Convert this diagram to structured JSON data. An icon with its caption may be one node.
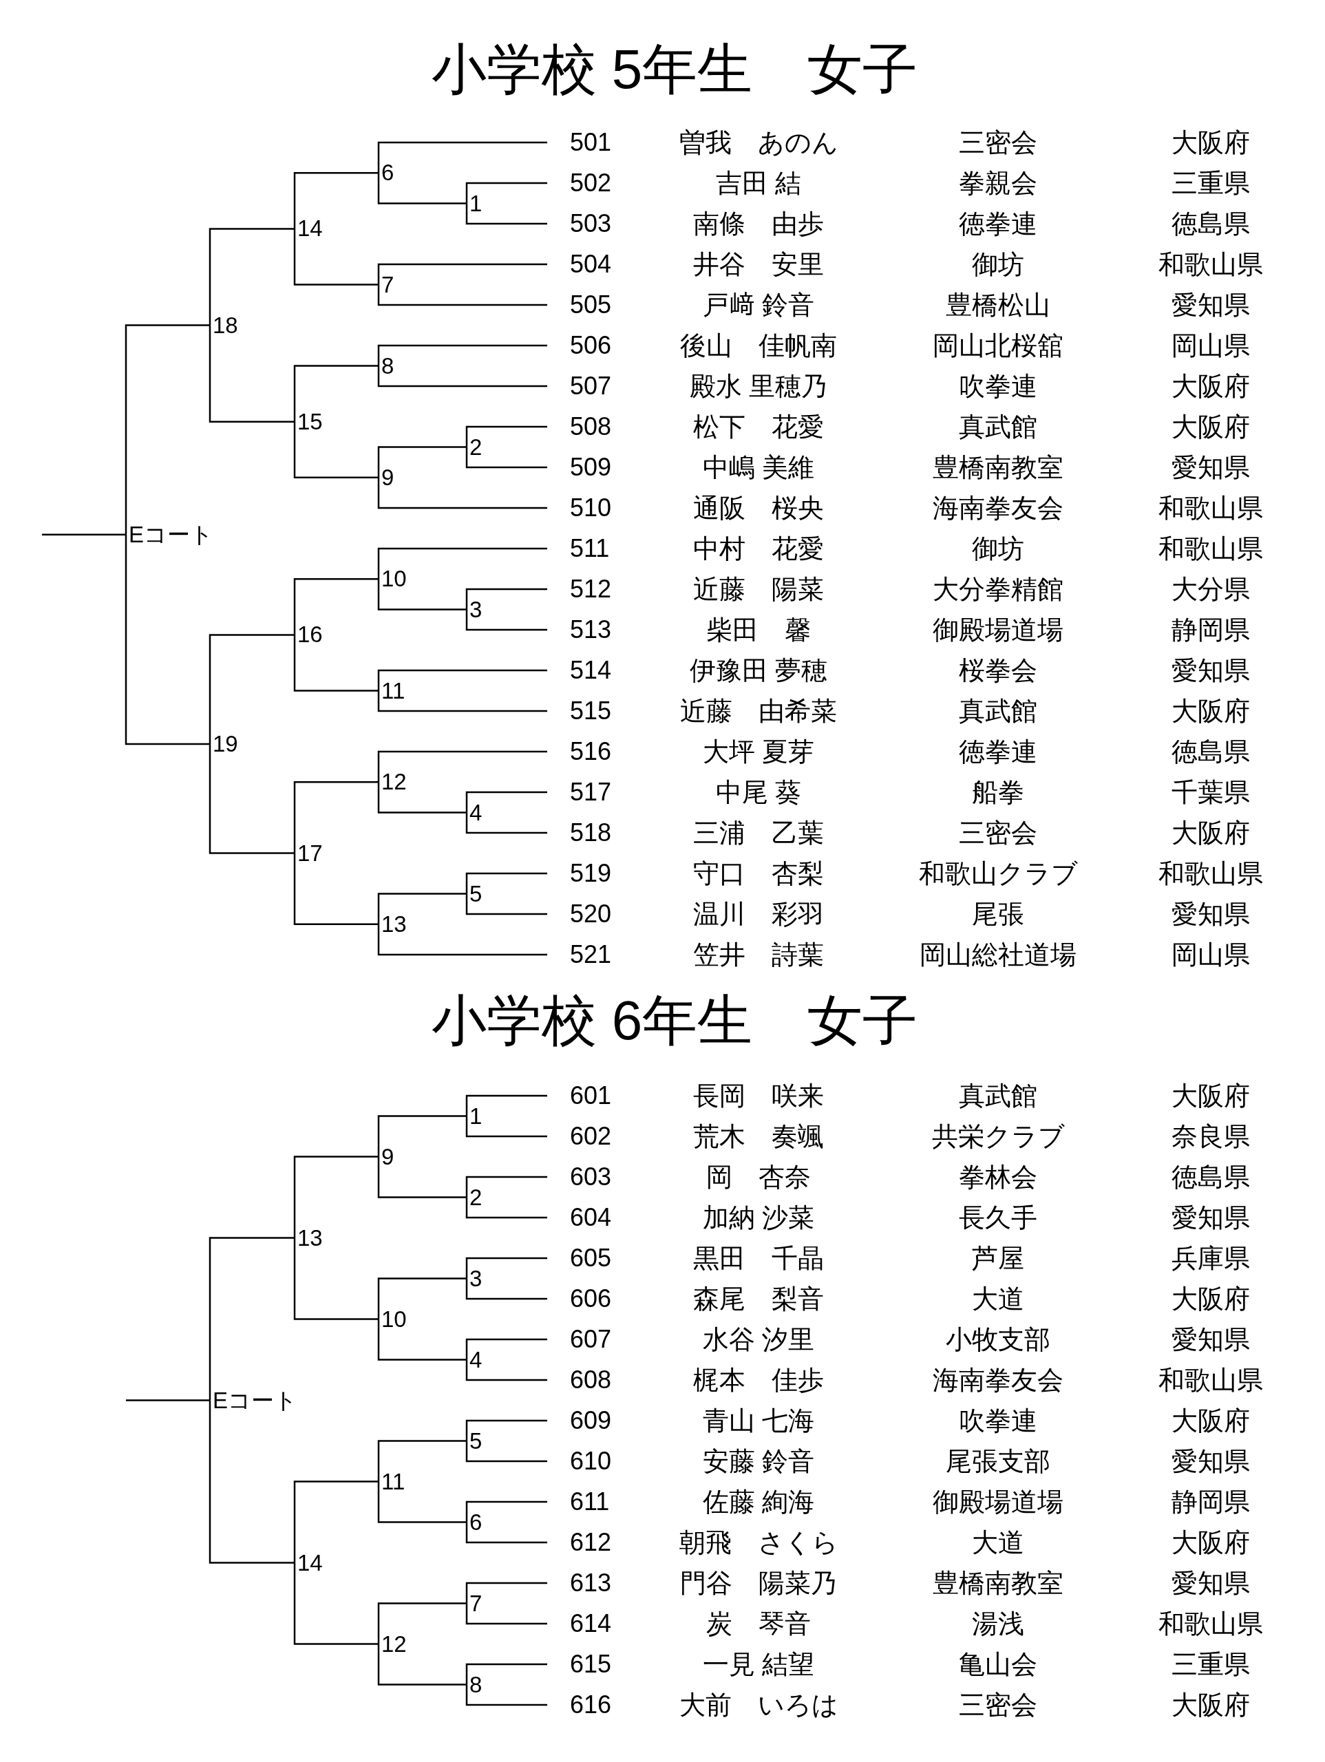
{
  "diagram": {
    "nodes": [
      {
        "text": [
          "Eコート"
        ]
      },
      {
        "text": [
          "18"
        ]
      },
      {
        "text": [
          "14"
        ]
      },
      {
        "text": [
          "6"
        ]
      },
      {
        "text": [
          "501",
          "曽我　あのん",
          "三密会",
          "大阪府"
        ]
      },
      {
        "text": [
          "1"
        ]
      },
      {
        "text": [
          "502",
          "吉田 結",
          "拳親会",
          "三重県"
        ]
      },
      {
        "text": [
          "503",
          "南條　由歩",
          "徳拳連",
          "徳島県"
        ]
      },
      {
        "text": [
          "7"
        ]
      },
      {
        "text": [
          "504",
          "井谷　安里",
          "御坊",
          "和歌山県"
        ]
      },
      {
        "text": [
          "505",
          "戸﨑 鈴音",
          "豊橋松山",
          "愛知県"
        ]
      },
      {
        "text": [
          "15"
        ]
      },
      {
        "text": [
          "8"
        ]
      },
      {
        "text": [
          "506",
          "後山　佳帆南",
          "岡山北桜舘",
          "岡山県"
        ]
      },
      {
        "text": [
          "507",
          "殿水 里穂乃",
          "吹拳連",
          "大阪府"
        ]
      },
      {
        "text": [
          "9"
        ]
      },
      {
        "text": [
          "2"
        ]
      },
      {
        "text": [
          "508",
          "松下　花愛",
          "真武館",
          "大阪府"
        ]
      },
      {
        "text": [
          "509",
          "中嶋 美維",
          "豊橋南教室",
          "愛知県"
        ]
      },
      {
        "text": [
          "510",
          "通阪　桜央",
          "海南拳友会",
          "和歌山県"
        ]
      },
      {
        "text": [
          "19"
        ]
      },
      {
        "text": [
          "16"
        ]
      },
      {
        "text": [
          "10"
        ]
      },
      {
        "text": [
          "511",
          "中村　花愛",
          "御坊",
          "和歌山県"
        ]
      },
      {
        "text": [
          "3"
        ]
      },
      {
        "text": [
          "512",
          "近藤　陽菜",
          "大分拳精館",
          "大分県"
        ]
      },
      {
        "text": [
          "513",
          "柴田　馨",
          "御殿場道場",
          "静岡県"
        ]
      },
      {
        "text": [
          "11"
        ]
      },
      {
        "text": [
          "514",
          "伊豫田 夢穂",
          "桜拳会",
          "愛知県"
        ]
      },
      {
        "text": [
          "515",
          "近藤　由希菜",
          "真武館",
          "大阪府"
        ]
      },
      {
        "text": [
          "17"
        ]
      },
      {
        "text": [
          "12"
        ]
      },
      {
        "text": [
          "516",
          "大坪 夏芽",
          "徳拳連",
          "徳島県"
        ]
      },
      {
        "text": [
          "4"
        ]
      },
      {
        "text": [
          "517",
          "中尾 葵",
          "船拳",
          "千葉県"
        ]
      },
      {
        "text": [
          "518",
          "三浦　乙葉",
          "三密会",
          "大阪府"
        ]
      },
      {
        "text": [
          "13"
        ]
      },
      {
        "text": [
          "5"
        ]
      },
      {
        "text": [
          "519",
          "守口　杏梨",
          "和歌山クラブ",
          "和歌山県"
        ]
      },
      {
        "text": [
          "520",
          "温川　彩羽",
          "尾張",
          "愛知県"
        ]
      },
      {
        "text": [
          "521",
          "笠井　詩葉",
          "岡山総社道場",
          "岡山県"
        ]
      },
      {
        "text": [
          "Eコート"
        ]
      },
      {
        "text": [
          "13"
        ]
      },
      {
        "text": [
          "9"
        ]
      },
      {
        "text": [
          "1"
        ]
      },
      {
        "text": [
          "601",
          "長岡　咲来",
          "真武館",
          "大阪府"
        ]
      },
      {
        "text": [
          "602",
          "荒木　奏颯",
          "共栄クラブ",
          "奈良県"
        ]
      },
      {
        "text": [
          "2"
        ]
      },
      {
        "text": [
          "603",
          "岡　杏奈",
          "拳林会",
          "徳島県"
        ]
      },
      {
        "text": [
          "604",
          "加納 沙菜",
          "長久手",
          "愛知県"
        ]
      },
      {
        "text": [
          "10"
        ]
      },
      {
        "text": [
          "3"
        ]
      },
      {
        "text": [
          "605",
          "黒田　千晶",
          "芦屋",
          "兵庫県"
        ]
      },
      {
        "text": [
          "606",
          "森尾　梨音",
          "大道",
          "大阪府"
        ]
      },
      {
        "text": [
          "4"
        ]
      },
      {
        "text": [
          "607",
          "水谷 汐里",
          "小牧支部",
          "愛知県"
        ]
      },
      {
        "text": [
          "608",
          "梶本　佳歩",
          "海南拳友会",
          "和歌山県"
        ]
      },
      {
        "text": [
          "14"
        ]
      },
      {
        "text": [
          "11"
        ]
      },
      {
        "text": [
          "5"
        ]
      },
      {
        "text": [
          "609",
          "青山 七海",
          "吹拳連",
          "大阪府"
        ]
      },
      {
        "text": [
          "610",
          "安藤 鈴音",
          "尾張支部",
          "愛知県"
        ]
      },
      {
        "text": [
          "6"
        ]
      },
      {
        "text": [
          "611",
          "佐藤 絢海",
          "御殿場道場",
          "静岡県"
        ]
      },
      {
        "text": [
          "612",
          "朝飛　さくら",
          "大道",
          "大阪府"
        ]
      },
      {
        "text": [
          "12"
        ]
      },
      {
        "text": [
          "7"
        ]
      },
      {
        "text": [
          "613",
          "門谷　陽菜乃",
          "豊橋南教室",
          "愛知県"
        ]
      },
      {
        "text": [
          "614",
          "炭　琴音",
          "湯浅",
          "和歌山県"
        ]
      },
      {
        "text": [
          "8"
        ]
      },
      {
        "text": [
          "615",
          "一見 結望",
          "亀山会",
          "三重県"
        ]
      },
      {
        "text": [
          "616",
          "大前　いろは",
          "三密会",
          "大阪府"
        ]
      }
    ],
    "edges": [
      {
        "from": 0,
        "to": null,
        "arrow": "none"
      },
      {
        "from": 1,
        "to": 0,
        "arrow": "none"
      },
      {
        "from": 20,
        "to": 0,
        "arrow": "none"
      },
      {
        "from": 2,
        "to": 1,
        "arrow": "none"
      },
      {
        "from": 11,
        "to": 1,
        "arrow": "none"
      },
      {
        "from": 3,
        "to": 2,
        "arrow": "none"
      },
      {
        "from": 8,
        "to": 2,
        "arrow": "none"
      },
      {
        "from": 4,
        "to": 3,
        "arrow": "none"
      },
      {
        "from": 5,
        "to": 3,
        "arrow": "none"
      },
      {
        "from": 6,
        "to": 5,
        "arrow": "none"
      },
      {
        "from": 7,
        "to": 5,
        "arrow": "none"
      },
      {
        "from": 9,
        "to": 8,
        "arrow": "none"
      },
      {
        "from": 10,
        "to": 8,
        "arrow": "none"
      },
      {
        "from": 12,
        "to": 11,
        "arrow": "none"
      },
      {
        "from": 15,
        "to": 11,
        "arrow": "none"
      },
      {
        "from": 13,
        "to": 12,
        "arrow": "none"
      },
      {
        "from": 14,
        "to": 12,
        "arrow": "none"
      },
      {
        "from": 16,
        "to": 15,
        "arrow": "none"
      },
      {
        "from": 19,
        "to": 15,
        "arrow": "none"
      },
      {
        "from": 17,
        "to": 16,
        "arrow": "none"
      },
      {
        "from": 18,
        "to": 16,
        "arrow": "none"
      },
      {
        "from": 21,
        "to": 20,
        "arrow": "none"
      },
      {
        "from": 30,
        "to": 20,
        "arrow": "none"
      },
      {
        "from": 22,
        "to": 21,
        "arrow": "none"
      },
      {
        "from": 27,
        "to": 21,
        "arrow": "none"
      },
      {
        "from": 23,
        "to": 22,
        "arrow": "none"
      },
      {
        "from": 24,
        "to": 22,
        "arrow": "none"
      },
      {
        "from": 25,
        "to": 24,
        "arrow": "none"
      },
      {
        "from": 26,
        "to": 24,
        "arrow": "none"
      },
      {
        "from": 28,
        "to": 27,
        "arrow": "none"
      },
      {
        "from": 29,
        "to": 27,
        "arrow": "none"
      },
      {
        "from": 31,
        "to": 30,
        "arrow": "none"
      },
      {
        "from": 36,
        "to": 30,
        "arrow": "none"
      },
      {
        "from": 32,
        "to": 31,
        "arrow": "none"
      },
      {
        "from": 33,
        "to": 31,
        "arrow": "none"
      },
      {
        "from": 34,
        "to": 33,
        "arrow": "none"
      },
      {
        "from": 35,
        "to": 33,
        "arrow": "none"
      },
      {
        "from": 37,
        "to": 36,
        "arrow": "none"
      },
      {
        "from": 40,
        "to": 36,
        "arrow": "none"
      },
      {
        "from": 38,
        "to": 37,
        "arrow": "none"
      },
      {
        "from": 39,
        "to": 37,
        "arrow": "none"
      },
      {
        "from": 41,
        "to": null,
        "arrow": "none"
      },
      {
        "from": 42,
        "to": 41,
        "arrow": "none"
      },
      {
        "from": 57,
        "to": 41,
        "arrow": "none"
      },
      {
        "from": 43,
        "to": 42,
        "arrow": "none"
      },
      {
        "from": 50,
        "to": 42,
        "arrow": "none"
      },
      {
        "from": 44,
        "to": 43,
        "arrow": "none"
      },
      {
        "from": 47,
        "to": 43,
        "arrow": "none"
      },
      {
        "from": 45,
        "to": 44,
        "arrow": "none"
      },
      {
        "from": 46,
        "to": 44,
        "arrow": "none"
      },
      {
        "from": 48,
        "to": 47,
        "arrow": "none"
      },
      {
        "from": 49,
        "to": 47,
        "arrow": "none"
      },
      {
        "from": 51,
        "to": 50,
        "arrow": "none"
      },
      {
        "from": 54,
        "to": 50,
        "arrow": "none"
      },
      {
        "from": 52,
        "to": 51,
        "arrow": "none"
      },
      {
        "from": 53,
        "to": 51,
        "arrow": "none"
      },
      {
        "from": 55,
        "to": 54,
        "arrow": "none"
      },
      {
        "from": 56,
        "to": 54,
        "arrow": "none"
      },
      {
        "from": 58,
        "to": 57,
        "arrow": "none"
      },
      {
        "from": 65,
        "to": 57,
        "arrow": "none"
      },
      {
        "from": 59,
        "to": 58,
        "arrow": "none"
      },
      {
        "from": 62,
        "to": 58,
        "arrow": "none"
      },
      {
        "from": 60,
        "to": 59,
        "arrow": "none"
      },
      {
        "from": 61,
        "to": 59,
        "arrow": "none"
      },
      {
        "from": 63,
        "to": 62,
        "arrow": "none"
      },
      {
        "from": 64,
        "to": 62,
        "arrow": "none"
      },
      {
        "from": 66,
        "to": 65,
        "arrow": "none"
      },
      {
        "from": 69,
        "to": 65,
        "arrow": "none"
      },
      {
        "from": 67,
        "to": 66,
        "arrow": "none"
      },
      {
        "from": 68,
        "to": 66,
        "arrow": "none"
      },
      {
        "from": 70,
        "to": 69,
        "arrow": "none"
      },
      {
        "from": 71,
        "to": 69,
        "arrow": "none"
      }
    ],
    "labels": [
      "小学校 5年生　女子",
      "小学校 6年生　女子"
    ]
  }
}
